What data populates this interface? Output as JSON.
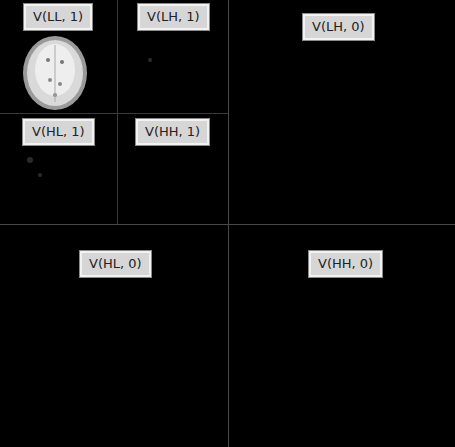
{
  "diagram": {
    "nodes": [
      {
        "text": [
          "V(LL, 1)"
        ]
      },
      {
        "text": [
          "V(LH, 1)"
        ]
      },
      {
        "text": [
          "V(LH, 0)"
        ]
      },
      {
        "text": [
          "V(HL, 1)"
        ]
      },
      {
        "text": [
          "V(HH, 1)"
        ]
      },
      {
        "text": [
          "V(HL, 0)"
        ]
      },
      {
        "text": [
          "V(HH, 0)"
        ]
      }
    ]
  }
}
